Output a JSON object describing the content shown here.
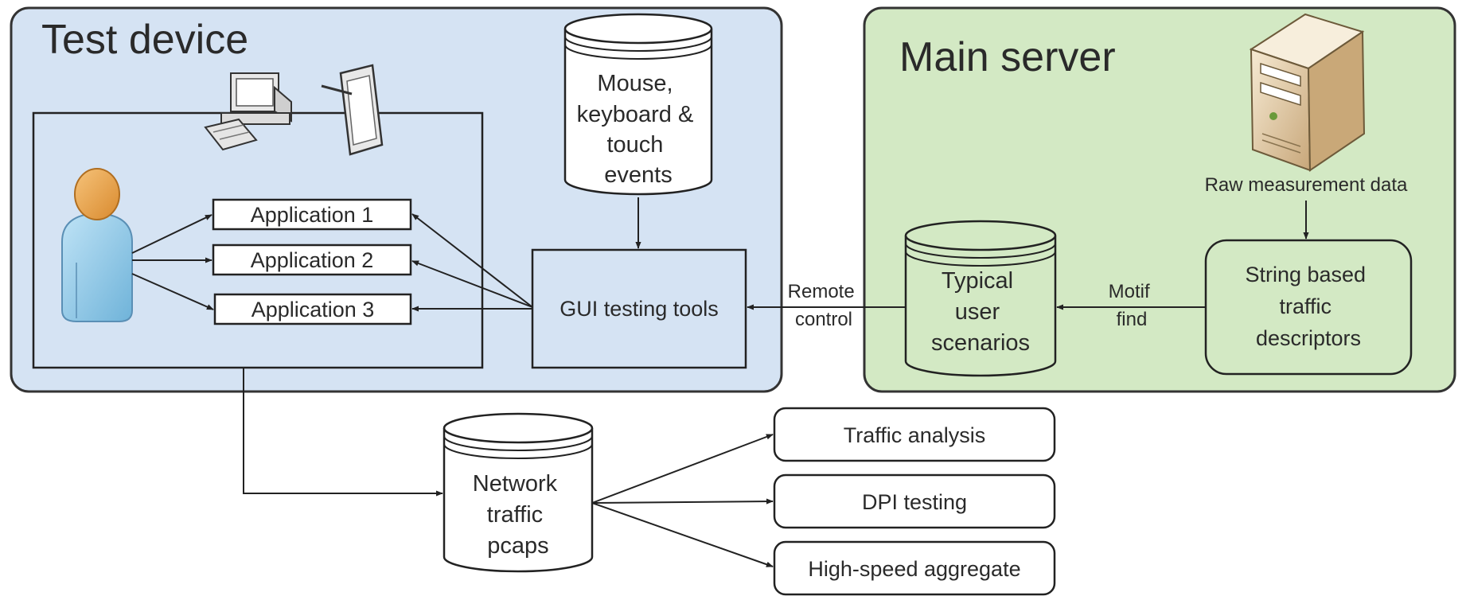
{
  "panels": {
    "test_device": {
      "title": "Test device",
      "fill": "#d5e3f3"
    },
    "main_server": {
      "title": "Main server",
      "fill": "#d3e9c4"
    }
  },
  "databases": {
    "input_events": [
      "Mouse,",
      "keyboard &",
      "touch",
      "events"
    ],
    "user_scenarios": [
      "Typical",
      "user",
      "scenarios"
    ],
    "network_traffic": [
      "Network",
      "traffic",
      "pcaps"
    ]
  },
  "applications": [
    "Application 1",
    "Application 2",
    "Application 3"
  ],
  "boxes": {
    "gui_testing_tools": "GUI testing tools",
    "string_descriptors": [
      "String based",
      "traffic",
      "descriptors"
    ],
    "traffic_analysis": "Traffic analysis",
    "dpi_testing": "DPI testing",
    "high_speed_aggregate": "High-speed aggregate"
  },
  "edge_labels": {
    "remote_control": [
      "Remote",
      "control"
    ],
    "motif_find": [
      "Motif",
      "find"
    ],
    "raw_measurement": "Raw measurement data"
  },
  "icons": [
    "user-icon",
    "desktop-computer-icon",
    "tablet-icon",
    "server-icon"
  ]
}
